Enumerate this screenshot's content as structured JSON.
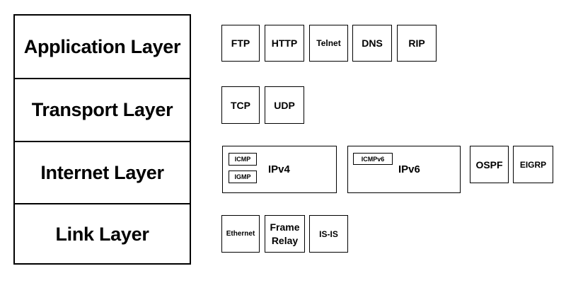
{
  "layers": [
    {
      "label": "Application Layer"
    },
    {
      "label": "Transport Layer"
    },
    {
      "label": "Internet Layer"
    },
    {
      "label": "Link Layer"
    }
  ],
  "application": {
    "protocols": [
      "FTP",
      "HTTP",
      "Telnet",
      "DNS",
      "RIP"
    ]
  },
  "transport": {
    "protocols": [
      "TCP",
      "UDP"
    ]
  },
  "internet": {
    "ipv4": {
      "label": "IPv4",
      "sub": [
        "ICMP",
        "IGMP"
      ]
    },
    "ipv6": {
      "label": "IPv6",
      "sub": [
        "ICMPv6"
      ]
    },
    "routing": [
      "OSPF",
      "EIGRP"
    ]
  },
  "link": {
    "protocols": [
      "Ethernet",
      "Frame",
      "Relay",
      "IS-IS"
    ]
  }
}
